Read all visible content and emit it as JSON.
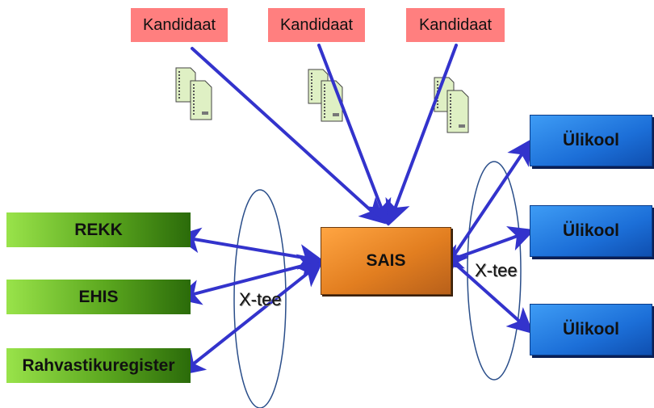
{
  "candidates": [
    "Kandidaat",
    "Kandidaat",
    "Kandidaat"
  ],
  "center": "SAIS",
  "registers": [
    "REKK",
    "EHIS",
    "Rahvastikuregister"
  ],
  "universities": [
    "Ülikool",
    "Ülikool",
    "Ülikool"
  ],
  "gateway_left": "X-tee",
  "gateway_right": "X-tee",
  "icons": {
    "document": "document-stack-icon"
  },
  "colors": {
    "candidate": "#ff7f7f",
    "register": "#7ccd2e",
    "university": "#1f7ae0",
    "center": "#f28c28",
    "arrow": "#3333cc"
  }
}
